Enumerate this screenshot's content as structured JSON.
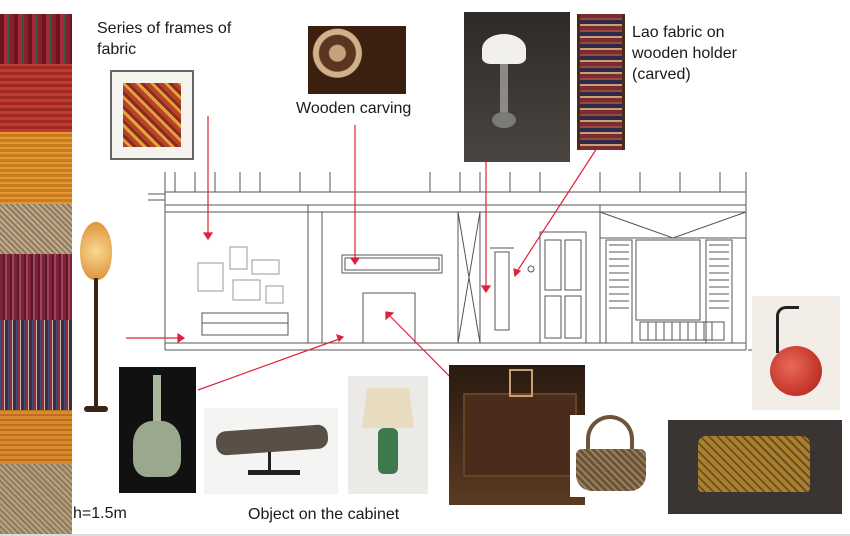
{
  "labels": {
    "frames": "Series of frames of fabric",
    "carving": "Wooden carving",
    "lao_fabric": "Lao fabric on wooden holder (carved)",
    "cabinet_object": "Object on the cabinet",
    "height_note": "h=1.5m"
  },
  "fabric_strip_colors": [
    "#8b1e2a",
    "#c43a2e",
    "#d9892a",
    "#b0967a",
    "#7a2438",
    "#4e4b6a",
    "#d98a2b",
    "#b9a27f"
  ],
  "photos": [
    {
      "name": "framed-fabric-photo",
      "accent": "#b5432a"
    },
    {
      "name": "wooden-carving-photo",
      "accent": "#5a3520"
    },
    {
      "name": "oil-lamp-photo",
      "accent": "#3a2a22"
    },
    {
      "name": "lao-fabric-holder-photo",
      "accent": "#7b2c33"
    },
    {
      "name": "silk-lamp-photo",
      "accent": "#e0a050"
    },
    {
      "name": "celadon-vase-photo",
      "accent": "#8e9c82"
    },
    {
      "name": "wood-sculpture-photo",
      "accent": "#4a4038"
    },
    {
      "name": "table-lamp-photo",
      "accent": "#3f7a4e"
    },
    {
      "name": "cabinet-photo",
      "accent": "#4a2c1c"
    },
    {
      "name": "basket-photo",
      "accent": "#6b5438"
    },
    {
      "name": "red-pot-photo",
      "accent": "#c8392e"
    },
    {
      "name": "gold-box-photo",
      "accent": "#a9802e"
    }
  ],
  "arrow_color": "#e0213a"
}
